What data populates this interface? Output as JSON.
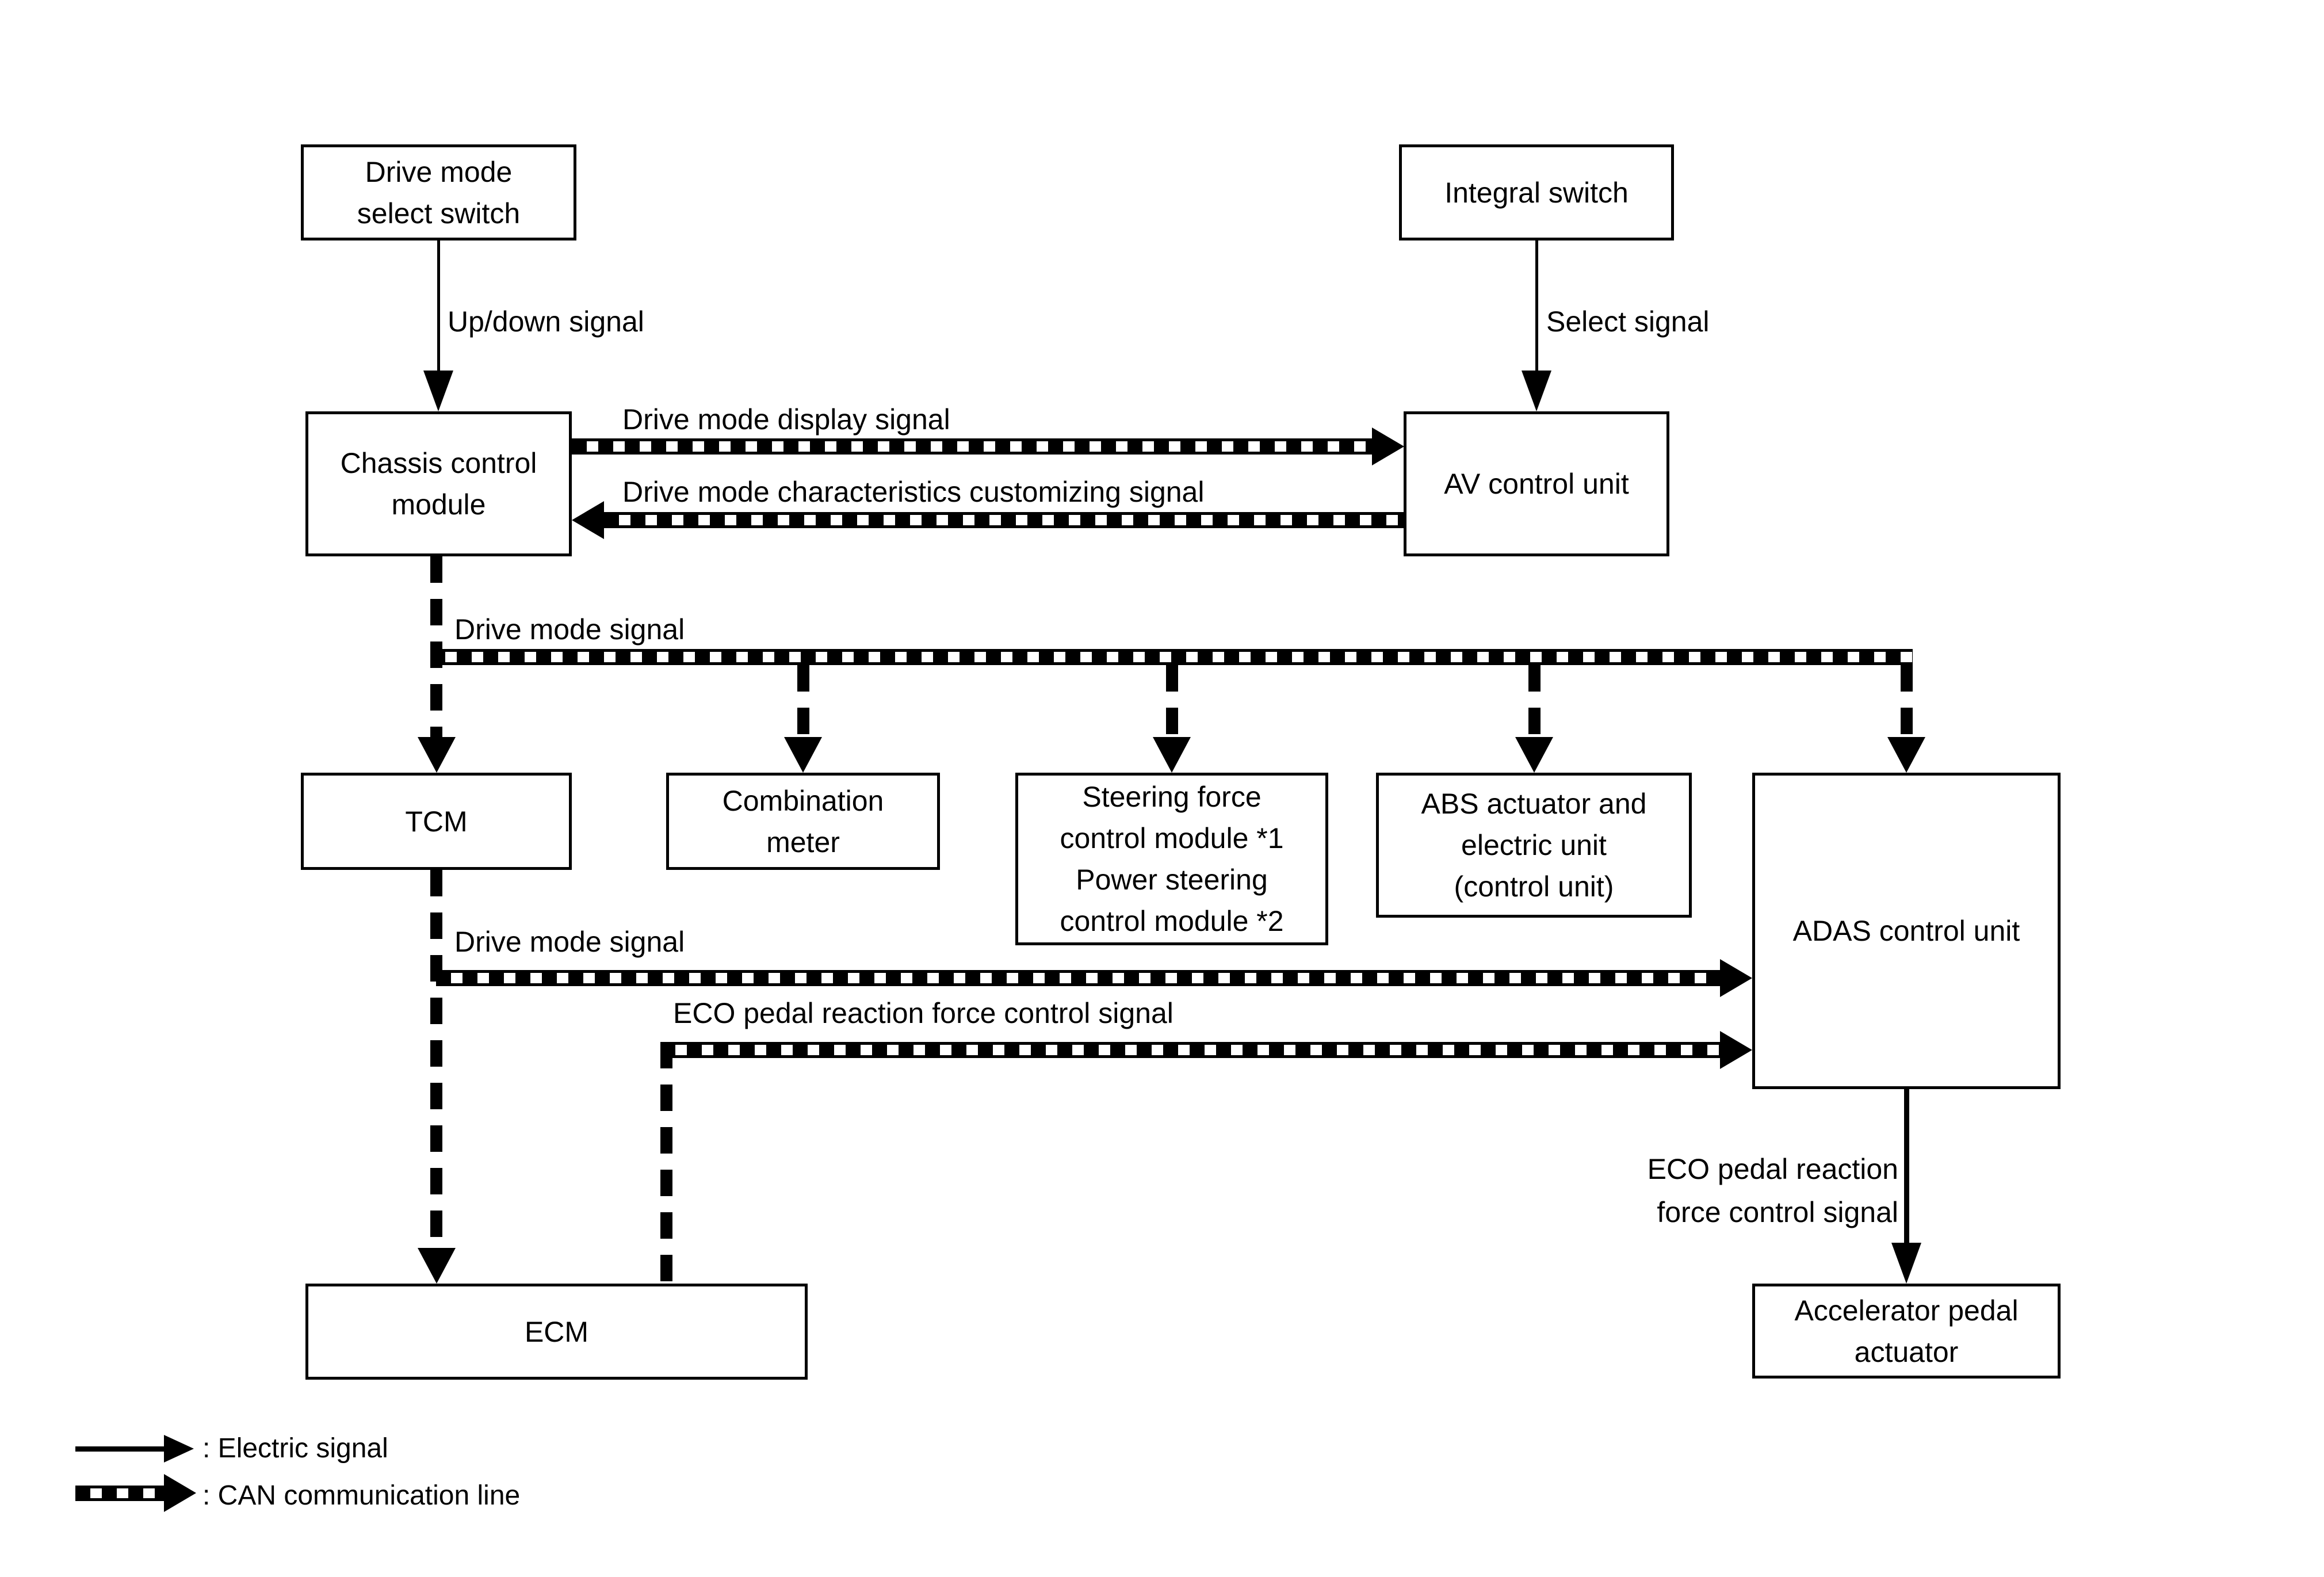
{
  "diagram": {
    "title_hint": "Drive mode system block diagram",
    "boxes": {
      "drive_mode_select_switch": "Drive mode\nselect switch",
      "integral_switch": "Integral switch",
      "chassis_control_module": "Chassis control\nmodule",
      "av_control_unit": "AV control unit",
      "tcm": "TCM",
      "combination_meter": "Combination\nmeter",
      "steering_power_module": "Steering force\ncontrol module *1\nPower steering\ncontrol module *2",
      "abs_actuator": "ABS actuator and\nelectric unit\n(control unit)",
      "adas_control_unit": "ADAS control unit",
      "ecm": "ECM",
      "accelerator_pedal_actuator": "Accelerator pedal\nactuator"
    },
    "labels": {
      "up_down_signal": "Up/down signal",
      "select_signal": "Select signal",
      "drive_mode_display_signal": "Drive mode display signal",
      "drive_mode_characteristics_customizing_signal": "Drive mode characteristics customizing signal",
      "drive_mode_signal_bus": "Drive mode signal",
      "drive_mode_signal_tcm": "Drive mode signal",
      "eco_pedal_reaction_force_control_signal": "ECO pedal reaction force control signal",
      "eco_pedal_reaction_force_control_signal_vertical": "ECO pedal reaction\nforce control signal"
    },
    "legend": {
      "electric_signal": ": Electric signal",
      "can_communication_line": ": CAN communication line"
    },
    "colors": {
      "line": "#000000",
      "background": "#ffffff"
    }
  }
}
